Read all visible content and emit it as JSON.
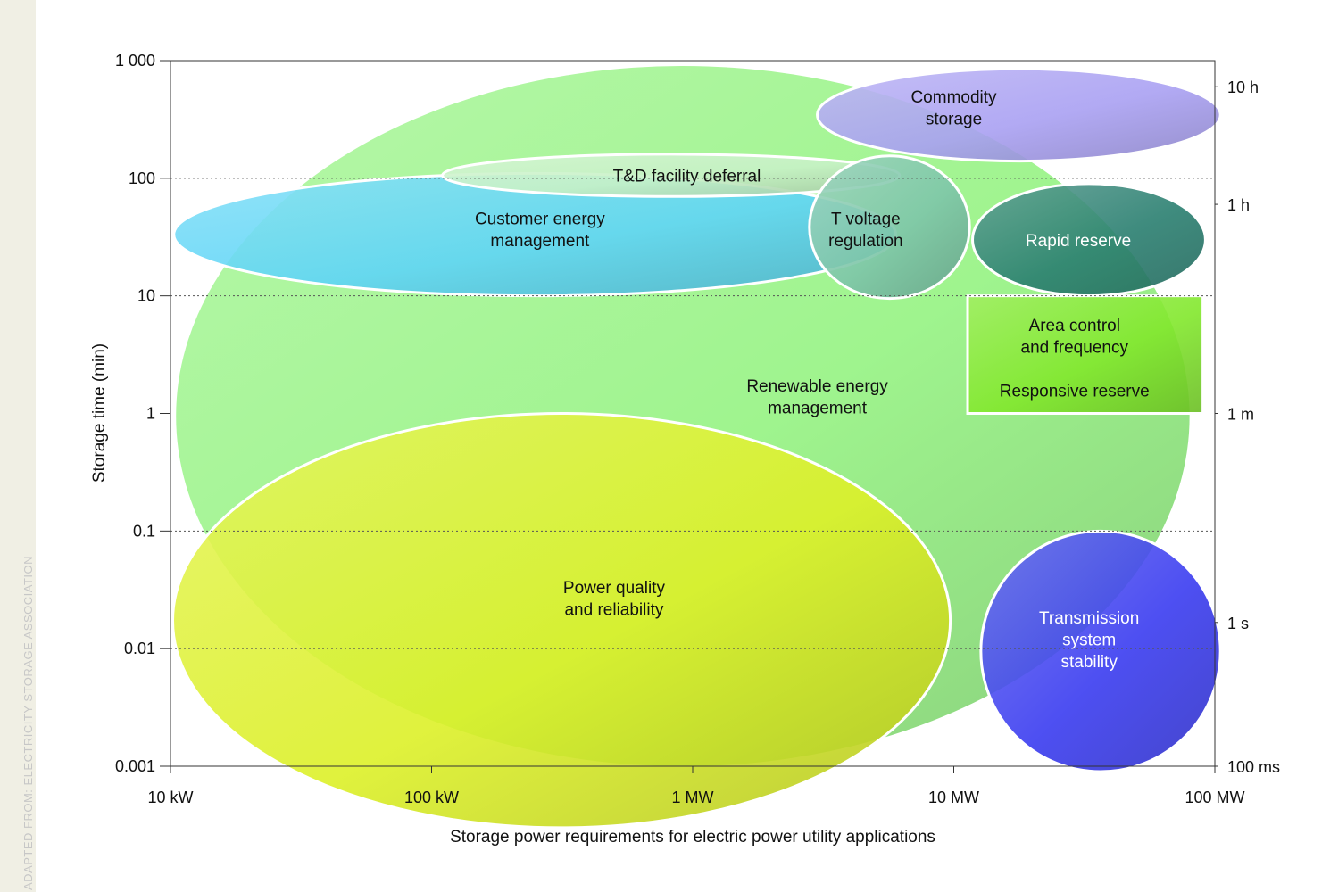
{
  "source_note": "ADAPTED FROM: ELECTRICITY STORAGE ASSOCIATION",
  "chart_data": {
    "type": "bubble-region",
    "xlabel": "Storage power requirements for electric power utility applications",
    "ylabel": "Storage time (min)",
    "x_scale": "log",
    "y_scale": "log",
    "xlim_kW": [
      10,
      100000
    ],
    "ylim_min": [
      0.001,
      1000
    ],
    "x_ticks": [
      {
        "value": 10,
        "label": "10 kW"
      },
      {
        "value": 100,
        "label": "100 kW"
      },
      {
        "value": 1000,
        "label": "1 MW"
      },
      {
        "value": 10000,
        "label": "10 MW"
      },
      {
        "value": 100000,
        "label": "100 MW"
      }
    ],
    "y_ticks": [
      {
        "value": 1000,
        "label": "1 000"
      },
      {
        "value": 100,
        "label": "100"
      },
      {
        "value": 10,
        "label": "10"
      },
      {
        "value": 1,
        "label": "1"
      },
      {
        "value": 0.1,
        "label": "0.1"
      },
      {
        "value": 0.01,
        "label": "0.01"
      },
      {
        "value": 0.001,
        "label": "0.001"
      }
    ],
    "right_ticks": [
      {
        "value": 600,
        "label": "10 h"
      },
      {
        "value": 60,
        "label": "1 h"
      },
      {
        "value": 1,
        "label": "1 m"
      },
      {
        "value": 0.0167,
        "label": "1 s"
      },
      {
        "value": 0.001,
        "label": "100 ms"
      }
    ],
    "gridlines_dotted_at": [
      100,
      10,
      0.1,
      0.01
    ],
    "regions": [
      {
        "name": "renewable",
        "label": [
          "Renewable energy",
          "management"
        ],
        "shape": "ellipse",
        "x_range_kW": [
          10.5,
          80000
        ],
        "y_range_min": [
          0.001,
          900
        ],
        "label_at": [
          3000,
          1.4
        ],
        "fill": "#8ef27a",
        "text_color": "#111111"
      },
      {
        "name": "customer",
        "label": [
          "Customer energy",
          "management"
        ],
        "shape": "ellipse",
        "x_range_kW": [
          10.3,
          6000
        ],
        "y_range_min": [
          10,
          110
        ],
        "label_at": [
          260,
          37
        ],
        "fill": "#5fd5f6",
        "text_color": "#111111"
      },
      {
        "name": "td-deferral",
        "label": [
          "T&D facility deferral"
        ],
        "shape": "ellipse",
        "x_range_kW": [
          110,
          6200
        ],
        "y_range_min": [
          70,
          160
        ],
        "label_at": [
          950,
          106
        ],
        "fill": "#c7f1c6",
        "text_color": "#111111"
      },
      {
        "name": "commodity",
        "label": [
          "Commodity",
          "storage"
        ],
        "shape": "ellipse",
        "x_range_kW": [
          3000,
          105000
        ],
        "y_range_min": [
          140,
          850
        ],
        "label_at": [
          10000,
          400
        ],
        "fill": "#a9a0f2",
        "text_color": "#111111"
      },
      {
        "name": "t-voltage",
        "label": [
          "T voltage",
          "regulation"
        ],
        "shape": "ellipse",
        "x_range_kW": [
          2800,
          11500
        ],
        "y_range_min": [
          9.5,
          155
        ],
        "label_at": [
          4600,
          37
        ],
        "fill": "#7ec6a9",
        "text_color": "#111111"
      },
      {
        "name": "rapid-reserve",
        "label": [
          "Rapid reserve"
        ],
        "shape": "ellipse",
        "x_range_kW": [
          11800,
          92000
        ],
        "y_range_min": [
          10,
          90
        ],
        "label_at": [
          30000,
          30
        ],
        "fill": "#2a7f70",
        "text_color": "#ffffff"
      },
      {
        "name": "area-control",
        "label": [
          "Area control",
          "and frequency",
          "",
          "Responsive reserve"
        ],
        "shape": "rect",
        "x_range_kW": [
          11300,
          90000
        ],
        "y_range_min": [
          1,
          10
        ],
        "label_at": [
          29000,
          3
        ],
        "fill": "#82e82c",
        "text_color": "#111111"
      },
      {
        "name": "power-quality",
        "label": [
          "Power quality",
          "and reliability"
        ],
        "shape": "ellipse",
        "x_range_kW": [
          10.2,
          9700
        ],
        "y_range_min": [
          0.0003,
          1
        ],
        "label_at": [
          500,
          0.027
        ],
        "fill": "#dcf028",
        "text_color": "#111111"
      },
      {
        "name": "tss",
        "label": [
          "Transmission",
          "system",
          "stability"
        ],
        "shape": "ellipse",
        "x_range_kW": [
          12700,
          105000
        ],
        "y_range_min": [
          0.0009,
          0.1
        ],
        "label_at": [
          33000,
          0.012
        ],
        "fill": "#3a3cf0",
        "text_color": "#ffffff"
      }
    ]
  }
}
